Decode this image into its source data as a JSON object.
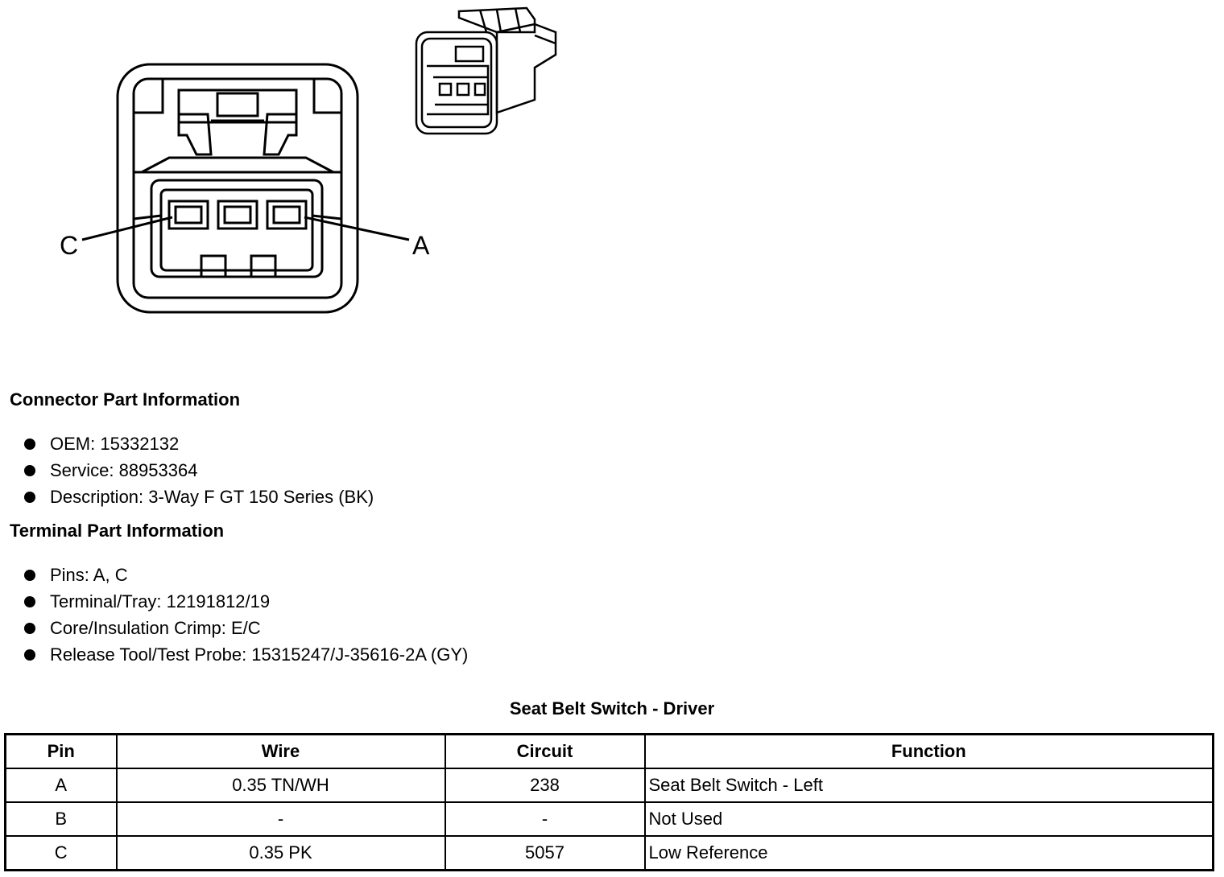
{
  "diagram": {
    "pin_labels": {
      "left": "C",
      "right": "A"
    }
  },
  "connector_info": {
    "heading": "Connector Part Information",
    "items": [
      "OEM: 15332132",
      "Service: 88953364",
      "Description: 3-Way F GT 150 Series (BK)"
    ]
  },
  "terminal_info": {
    "heading": "Terminal Part Information",
    "items": [
      "Pins: A, C",
      "Terminal/Tray: 12191812/19",
      "Core/Insulation Crimp: E/C",
      "Release Tool/Test Probe: 15315247/J-35616-2A (GY)"
    ]
  },
  "pin_table": {
    "title": "Seat Belt Switch - Driver",
    "headers": [
      "Pin",
      "Wire",
      "Circuit",
      "Function"
    ],
    "rows": [
      [
        "A",
        "0.35 TN/WH",
        "238",
        "Seat Belt Switch - Left"
      ],
      [
        "B",
        "-",
        "-",
        "Not Used"
      ],
      [
        "C",
        "0.35 PK",
        "5057",
        "Low Reference"
      ]
    ]
  }
}
